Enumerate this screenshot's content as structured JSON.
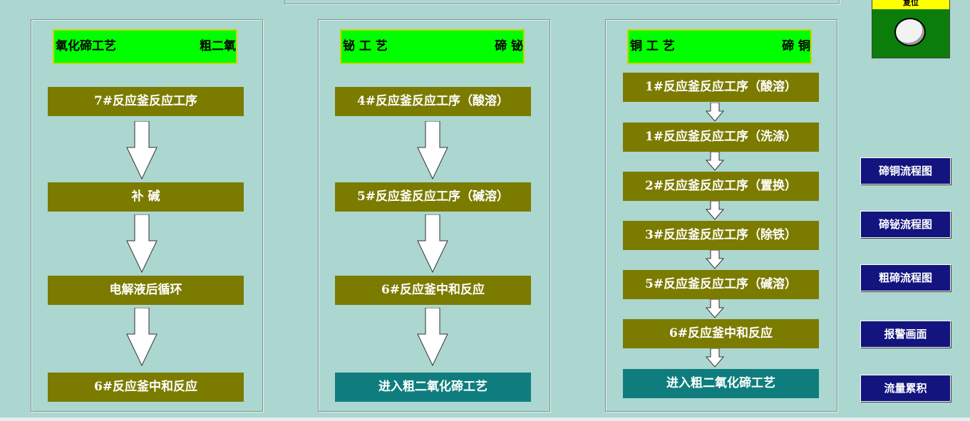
{
  "reset": {
    "label": "复位"
  },
  "panels": [
    {
      "title_left": "氧化碲工艺",
      "title_right": "粗二氧",
      "steps": [
        "7#反应釜反应工序",
        "补    碱",
        "电解液后循环",
        "6#反应釜中和反应"
      ]
    },
    {
      "title_left": "铋 工 艺",
      "title_right": "碲 铋",
      "steps": [
        "4#反应釜反应工序（酸溶）",
        "5#反应釜反应工序（碱溶）",
        "6#反应釜中和反应",
        "进入粗二氧化碲工艺"
      ]
    },
    {
      "title_left": "铜 工 艺",
      "title_right": "碲 铜",
      "steps": [
        "1#反应釜反应工序（酸溶）",
        "1#反应釜反应工序（洗涤）",
        "2#反应釜反应工序（置换）",
        "3#反应釜反应工序（除铁）",
        "5#反应釜反应工序（碱溶）",
        "6#反应釜中和反应",
        "进入粗二氧化碲工艺"
      ]
    }
  ],
  "nav": [
    "碲铜流程图",
    "碲铋流程图",
    "粗碲流程图",
    "报警画面",
    "流量累积"
  ],
  "colors": {
    "background": "#acd6d0",
    "step": "#7b7b00",
    "step_final": "#0f7d7d",
    "title": "#00ff00",
    "nav": "#14147f",
    "reset": "#0b7d0b"
  }
}
